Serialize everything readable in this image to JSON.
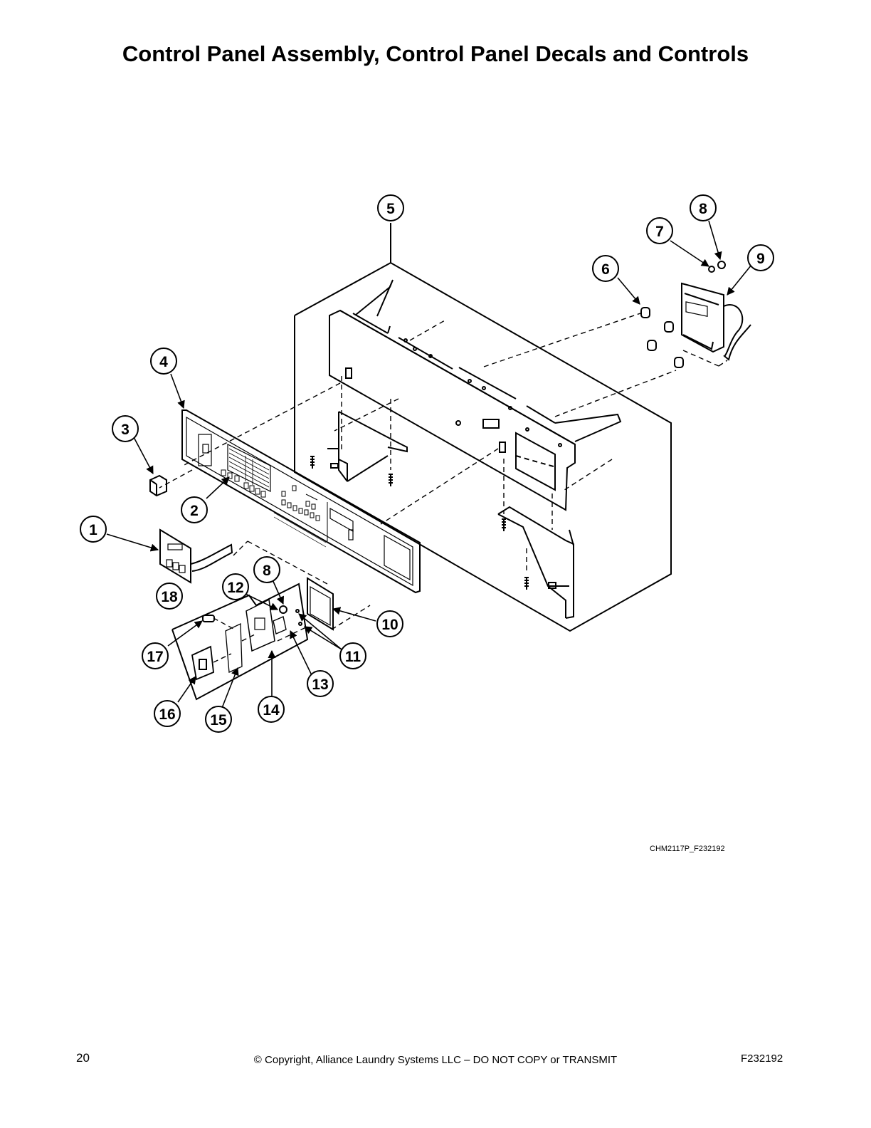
{
  "page": {
    "title": "Control Panel Assembly, Control Panel Decals and Controls",
    "figure_code": "CHM2117P_F232192",
    "page_number": "20",
    "copyright": "© Copyright, Alliance Laundry Systems LLC – DO NOT COPY or TRANSMIT",
    "doc_id": "F232192"
  },
  "callouts": [
    "1",
    "2",
    "3",
    "4",
    "5",
    "6",
    "7",
    "8",
    "9",
    "10",
    "11",
    "12",
    "13",
    "14",
    "15",
    "16",
    "17",
    "18",
    "8"
  ]
}
